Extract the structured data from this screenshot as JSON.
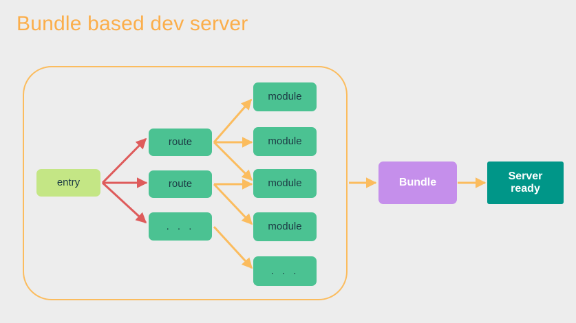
{
  "slide": {
    "title": "Bundle based dev server",
    "background_color": "#EDEDED",
    "title_color": "#FBAE4B"
  },
  "palette": {
    "entry_fill": "#C4E685",
    "node_fill": "#4BC292",
    "bundle_fill": "#C58FEB",
    "server_fill": "#009688",
    "container_border": "#FBBC5E",
    "red_arrow": "#DE5B5B",
    "orange_arrow": "#FBBC5E",
    "dark_text": "#1C3A44",
    "light_text": "#FFFFFF"
  },
  "container": {
    "label": "module-graph-group"
  },
  "nodes": {
    "entry": {
      "label": "entry"
    },
    "routes": [
      {
        "id": "route-1",
        "label": "route"
      },
      {
        "id": "route-2",
        "label": "route"
      },
      {
        "id": "route-more",
        "label": ". . ."
      }
    ],
    "modules": [
      {
        "id": "module-1",
        "label": "module"
      },
      {
        "id": "module-2",
        "label": "module"
      },
      {
        "id": "module-3",
        "label": "module"
      },
      {
        "id": "module-4",
        "label": "module"
      },
      {
        "id": "module-more",
        "label": ". . ."
      }
    ],
    "bundle": {
      "label": "Bundle"
    },
    "server": {
      "label": "Server\nready"
    }
  },
  "edges": [
    {
      "from": "entry",
      "to": "route-1",
      "color": "#DE5B5B"
    },
    {
      "from": "entry",
      "to": "route-2",
      "color": "#DE5B5B"
    },
    {
      "from": "entry",
      "to": "route-more",
      "color": "#DE5B5B"
    },
    {
      "from": "route-1",
      "to": "module-1",
      "color": "#FBBC5E"
    },
    {
      "from": "route-1",
      "to": "module-2",
      "color": "#FBBC5E"
    },
    {
      "from": "route-1",
      "to": "module-3",
      "color": "#FBBC5E"
    },
    {
      "from": "route-2",
      "to": "module-3",
      "color": "#FBBC5E"
    },
    {
      "from": "route-2",
      "to": "module-4",
      "color": "#FBBC5E"
    },
    {
      "from": "route-more",
      "to": "module-more",
      "color": "#FBBC5E"
    },
    {
      "from": "module-graph-group",
      "to": "bundle",
      "color": "#FBBC5E"
    },
    {
      "from": "bundle",
      "to": "server",
      "color": "#FBBC5E"
    }
  ]
}
